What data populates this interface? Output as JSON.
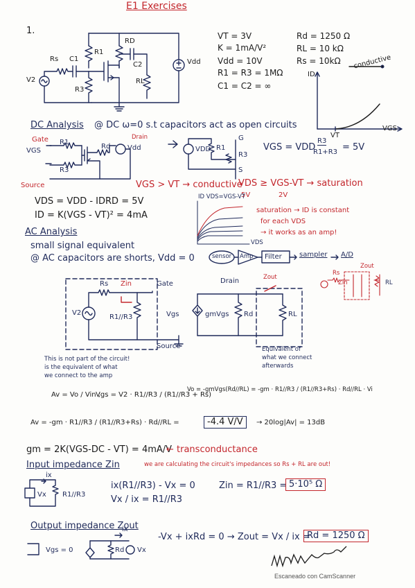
{
  "title": "E1 Exercises",
  "problem_number": "1.",
  "circuit1": {
    "labels": {
      "rs": "Rs",
      "c1": "C1",
      "r1": "R1",
      "rd": "RD",
      "c2": "C2",
      "vdd": "Vdd",
      "v2": "V2",
      "r3": "R3",
      "rl": "RL"
    }
  },
  "params": {
    "vt": "VT = 3V",
    "k": "K = 1mA/V²",
    "vdd": "Vdd = 10V",
    "r1r3": "R1 = R3 = 1MΩ",
    "c": "C1 = C2 = ∞",
    "rd": "Rd = 1250 Ω",
    "rl": "RL = 10 kΩ",
    "rs": "Rs = 10kΩ"
  },
  "id_graph": {
    "ylabel": "ID",
    "xlabel": "VGS",
    "vt_tick": "VT",
    "annotation": "conductive"
  },
  "dc": {
    "heading": "DC Analysis",
    "note": "@ DC ω=0 s.t capacitors act as open circuits",
    "gate": "Gate",
    "drain": "Drain",
    "source": "Source",
    "vgs": "VGS",
    "rd_label": "Rd",
    "vdd_label": "Vdd",
    "r1": "R1",
    "r3": "R3",
    "vdd2": "VDD",
    "node_g": "G",
    "node_s": "S",
    "vgs_eq": "VGS = VDD · R3 / (R1+R3) = 5V",
    "vgs_eq_lhs": "VGS = VDD",
    "vgs_eq_num": "R3",
    "vgs_eq_den": "R1+R3",
    "vgs_eq_rhs": "= 5V",
    "cond_line": "VGS > VT → conductive",
    "sat_line": "VDS ≥ VGS-VT → saturation",
    "sat_num_l": "VDS",
    "sat_num_r": "VGS - VT",
    "sat_den_l": "5V",
    "sat_den_r": "2V",
    "vds_eq": "VDS = VDD - IDRD = 5V",
    "id_eq": "ID = K(VGS - VT)² = 4mA",
    "curve_labels": "ID  VDS=VGS-VT",
    "curve_x": "VDS",
    "sat_note1": "saturation → ID is constant",
    "sat_note2": "for each VDS",
    "sat_note3": "→ it works as an amp!"
  },
  "ac": {
    "heading": "AC Analysis",
    "small_signal": "small signal equivalent",
    "caps_note": "@ AC capacitors are shorts, Vdd = 0",
    "chain": {
      "sensor": "sensor",
      "amp": "Amp",
      "filter": "Filter",
      "sampler": "sampler",
      "ad": "A/D"
    },
    "inset": {
      "rs": "Rs",
      "zout": "Zout",
      "zin": "Zin",
      "rl": "RL"
    },
    "gate": "Gate",
    "drain": "Drain",
    "zin": "Zin",
    "zout": "Zout",
    "rs": "Rs",
    "v2": "V2",
    "r1r3": "R1//R3",
    "vgs": "Vgs",
    "gm": "gmVgs",
    "rd": "Rd",
    "rl": "RL",
    "source": "Source",
    "note_left": [
      "This is not part of the circuit!",
      "is the equivalent of what",
      "we connect to the amp"
    ],
    "note_right": [
      "Equivalent of",
      "what we connect",
      "afterwards"
    ],
    "av_def": "Av = Vo / Vin ;",
    "vgs_def": "Vgs = V2 · R1//R3 / (R1//R3 + Rs)",
    "vo_def": "Vo = -gmVgs(Rd//RL) = -gm · R1//R3 / (R1//R3+Rs) · Rd//RL · Vi",
    "av_result_lhs": "Av = -gm · R1//R3 / (R1//R3+Rs) · Rd//RL =",
    "av_result": "-4.4 V/V",
    "av_db": "→ 20log|Av| = 13dB",
    "gm_eq": "gm = 2K(VGS-DC - VT) = 4mA/V",
    "gm_note": "← transconductance"
  },
  "zin": {
    "heading": "Input impedance Zin",
    "note": "we are calculating the circuit's impedances so Rs + RL are out!",
    "ix": "ix",
    "vx": "Vx",
    "r1r3": "R1//R3",
    "eq1": "ix(R1//R3) - Vx = 0",
    "eq2": "Vx / ix = R1//R3",
    "result_lhs": "Zin = R1//R3 =",
    "result": "5·10⁵ Ω"
  },
  "zout": {
    "heading": "Output impedance Zout",
    "vgs0": "Vgs = 0",
    "ix": "ix",
    "rd": "Rd",
    "vx": "Vx",
    "eq": "-Vx + ixRd = 0 → Zout = Vx / ix =",
    "result": "Rd = 1250 Ω"
  },
  "footer": "Escaneado con CamScanner"
}
